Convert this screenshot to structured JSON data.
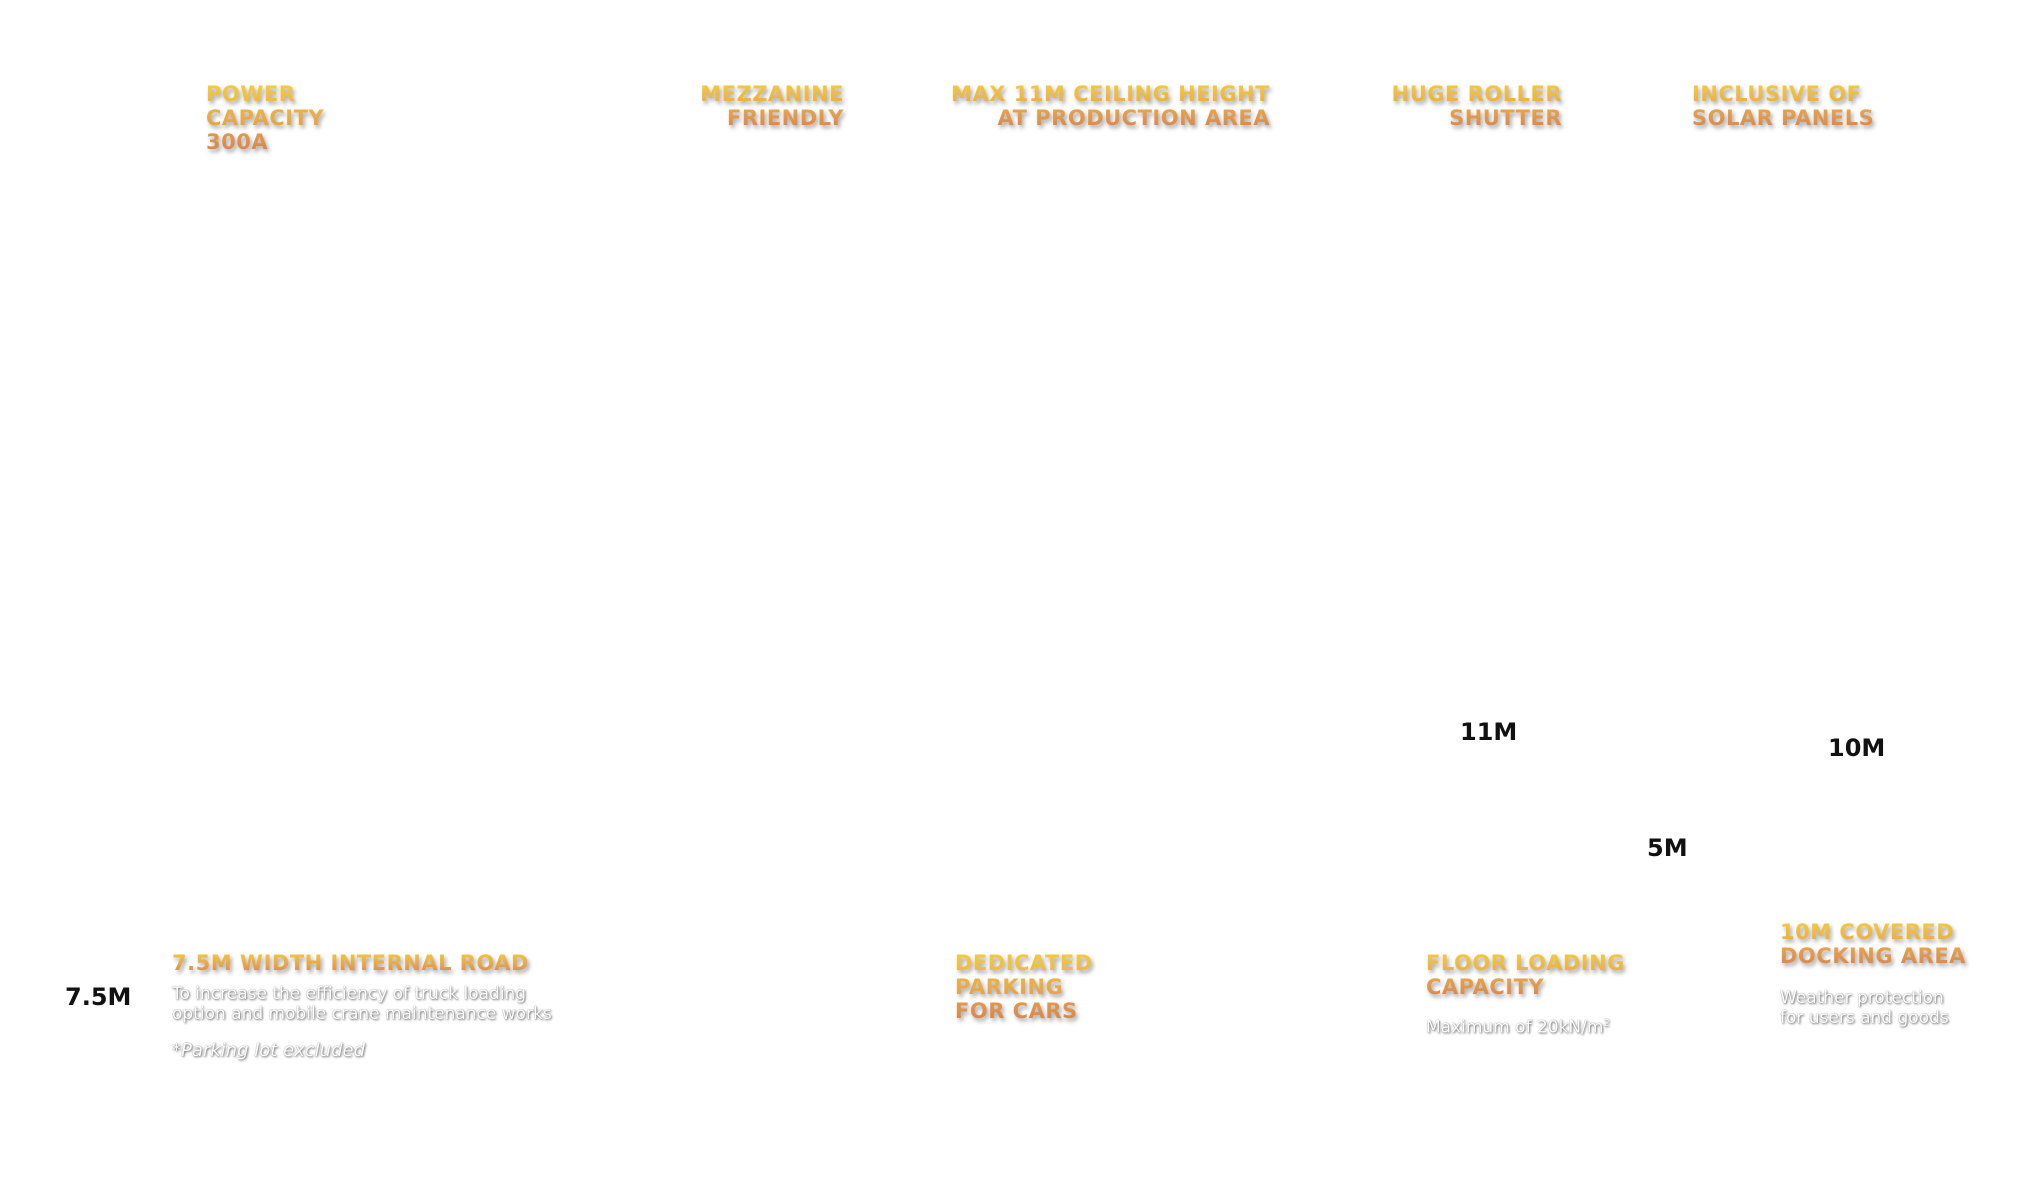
{
  "top_labels": {
    "power": [
      "POWER",
      "CAPACITY",
      "300A"
    ],
    "mezzanine": [
      "MEZZANINE",
      "FRIENDLY"
    ],
    "ceiling": [
      "MAX 11M CEILING HEIGHT",
      "AT PRODUCTION AREA"
    ],
    "shutter": [
      "HUGE ROLLER",
      "SHUTTER"
    ],
    "solar": [
      "INCLUSIVE OF",
      "SOLAR PANELS"
    ]
  },
  "dimensions": {
    "d_11m": "11M",
    "d_10m": "10M",
    "d_5m": "5M",
    "d_7_5m": "7.5M"
  },
  "road": {
    "title": "7.5M WIDTH INTERNAL ROAD",
    "desc": [
      "To increase the efficiency of truck loading",
      "option and mobile crane maintenance works"
    ],
    "note": "*Parking lot excluded"
  },
  "parking": {
    "title": [
      "DEDICATED",
      "PARKING",
      "FOR CARS"
    ]
  },
  "floor": {
    "title": [
      "FLOOR LOADING",
      "CAPACITY"
    ],
    "desc": "Maximum of 20kN/m",
    "sup": "2"
  },
  "docking": {
    "title": [
      "10M COVERED",
      "DOCKING AREA"
    ],
    "desc": [
      "Weather protection",
      "for users and goods"
    ]
  },
  "colors": {
    "gold_top": "#f5cd3c",
    "gold_bottom": "#d8824f",
    "dimension_text": "#111111"
  }
}
